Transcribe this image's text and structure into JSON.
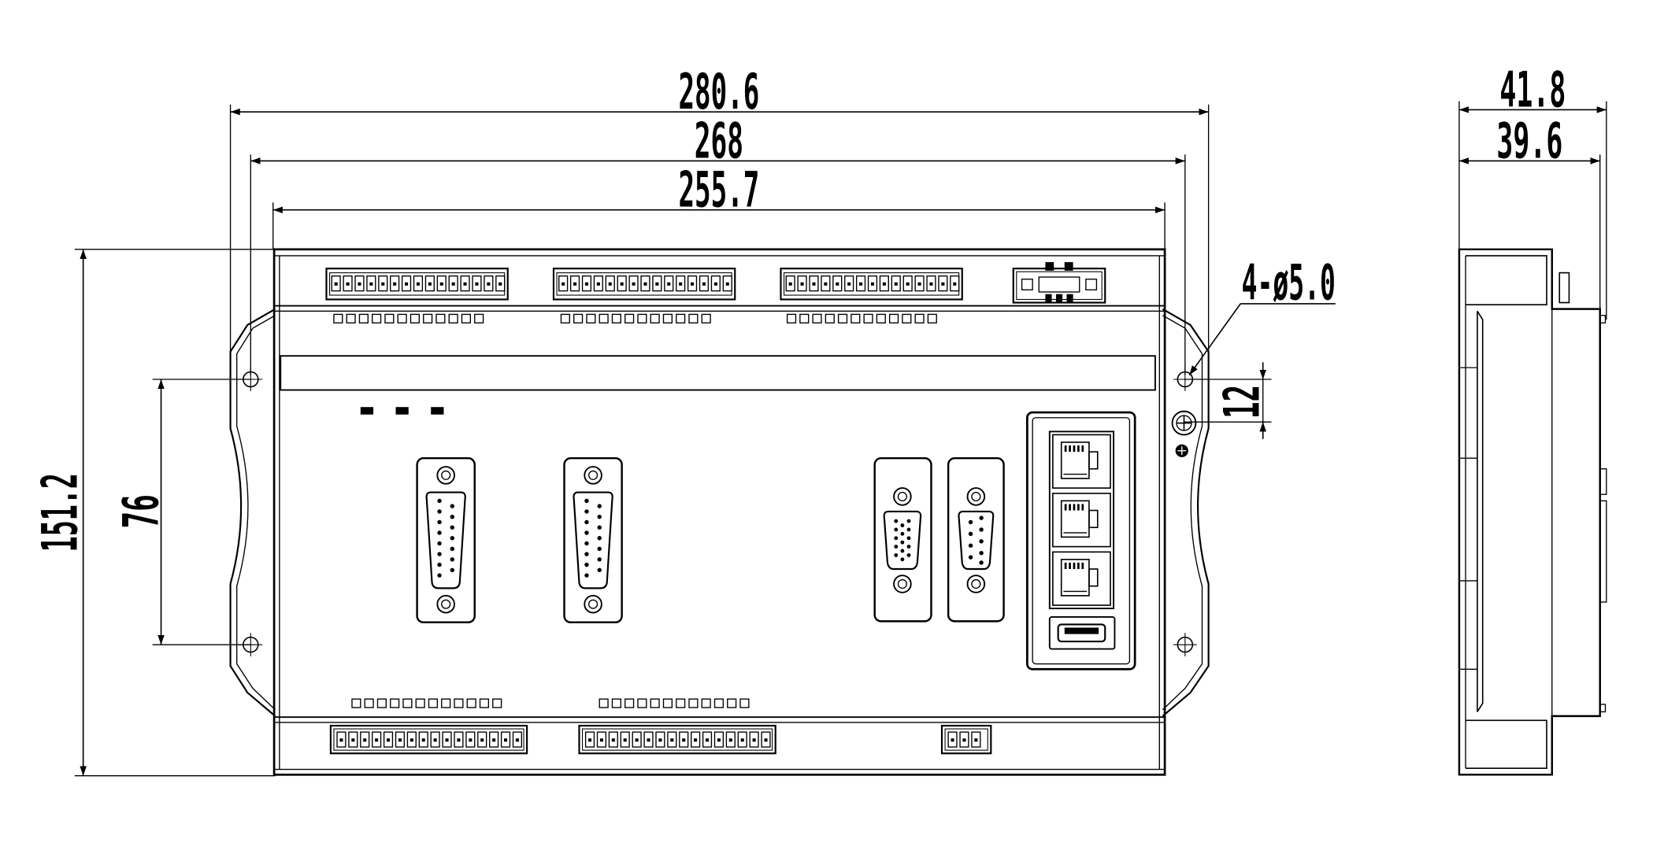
{
  "dimensions": {
    "overall_width": "280.6",
    "mount_width": "268",
    "body_width": "255.7",
    "overall_height": "151.2",
    "mount_height": "76",
    "hole_spec": "4-ø5.0",
    "hole_offset": "12",
    "depth_overall": "41.8",
    "depth_body": "39.6"
  }
}
